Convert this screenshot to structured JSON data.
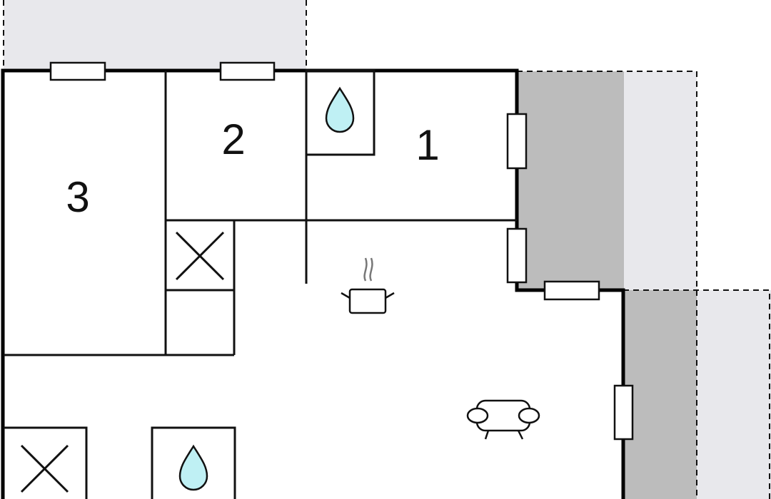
{
  "rooms": [
    {
      "id": "room-1",
      "label": "1"
    },
    {
      "id": "room-2",
      "label": "2"
    },
    {
      "id": "room-3",
      "label": "3"
    }
  ],
  "colors": {
    "terrace_dark": "#bcbcbc",
    "terrace_light": "#e8e8ec",
    "water": "#bff0f4",
    "wall": "#000000"
  },
  "icons": [
    "water-drop-icon",
    "cooking-pot-icon",
    "sofa-icon",
    "closet-cross-icon"
  ]
}
